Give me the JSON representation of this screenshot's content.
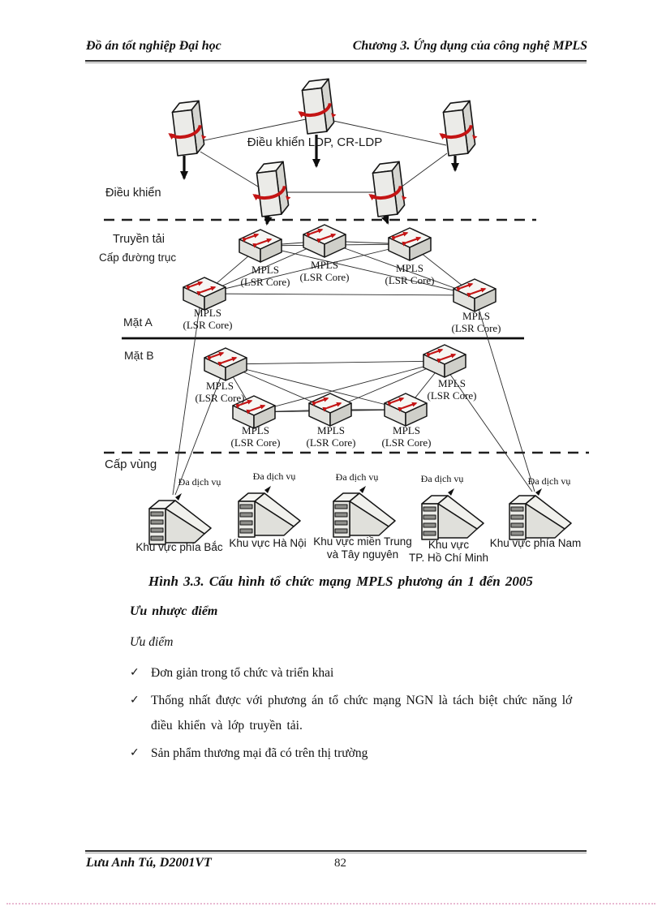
{
  "page": {
    "header": {
      "left": "Đồ án tốt nghiệp Đại học",
      "right": "Chương 3. Ứng dụng của công nghệ MPLS"
    },
    "footer": {
      "author": "Lưu Anh Tú, D2001VT",
      "page_number": "82"
    }
  },
  "diagram": {
    "control_protocol_label": "Điều khiển LDP, CR-LDP",
    "control_layer_label": "Điều khiển",
    "transport_layer_label": "Truyền tải",
    "backbone_level_label": "Cấp đường trục",
    "plane_a_label": "Mặt A",
    "plane_b_label": "Mặt B",
    "region_level_label": "Cấp vùng",
    "lsr_node_label": "MPLS",
    "lsr_node_sublabel": "(LSR Core)",
    "multiservice_label": "Đa dịch vụ",
    "regions": [
      "Khu vực phía Bắc",
      "Khu vực Hà Nội",
      "Khu vực miền Trung\nvà Tây nguyên",
      "Khu vực\nTP. Hồ Chí Minh",
      "Khu vực phía Nam"
    ],
    "colors": {
      "accent_red": "#c41414",
      "line": "#1a1a1a"
    }
  },
  "content": {
    "caption": "Hình 3.3. Cấu hình tổ chức mạng MPLS phương án 1 đến 2005",
    "section_heading": "Ưu nhược điểm",
    "subsection_heading": "Ưu điểm",
    "check_glyph": "✓",
    "bullets": [
      "Đơn giản trong tổ chức và triển khai",
      "Thống nhất được với phương án tổ chức mạng NGN là tách biệt chức năng lớ\nđiều khiển và lớp truyền tải.",
      "Sản phẩm thương mại đã có trên thị trường"
    ]
  }
}
